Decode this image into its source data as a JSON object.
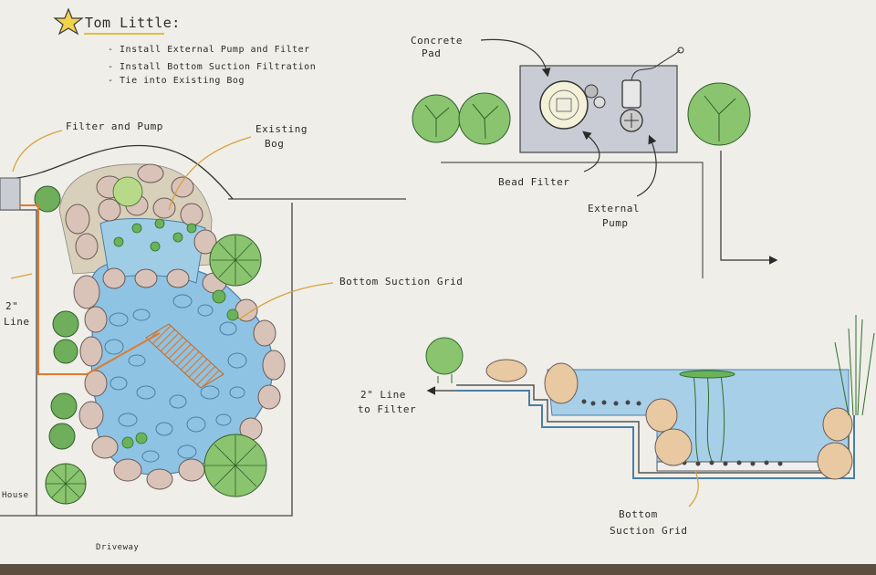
{
  "header": {
    "title": "Tom Little:",
    "tasks": [
      "- Install External Pump and Filter",
      "- Install Bottom Suction Filtration",
      "- Tie into Existing Bog"
    ]
  },
  "plan_labels": {
    "filter_pump": "Filter and Pump",
    "existing_bog_1": "Existing",
    "existing_bog_2": "Bog",
    "bottom_suction_grid": "Bottom Suction Grid",
    "line_1": "2\"",
    "line_2": "Line",
    "house": "House",
    "driveway": "Driveway"
  },
  "detail_labels": {
    "concrete_1": "Concrete",
    "concrete_2": "Pad",
    "bead_filter": "Bead Filter",
    "external_1": "External",
    "external_2": "Pump"
  },
  "section_labels": {
    "line_to_filter_1": "2\" Line",
    "line_to_filter_2": "to Filter",
    "bottom_suction_1": "Bottom",
    "bottom_suction_2": "Suction Grid"
  },
  "colors": {
    "paper": "#efeee9",
    "water": "#8fc3e3",
    "stone": "#d9c3b8",
    "grass": "#7fb868",
    "pipe": "#e07a2e",
    "ink": "#2b2b2b",
    "arrow": "#d8a23a"
  }
}
